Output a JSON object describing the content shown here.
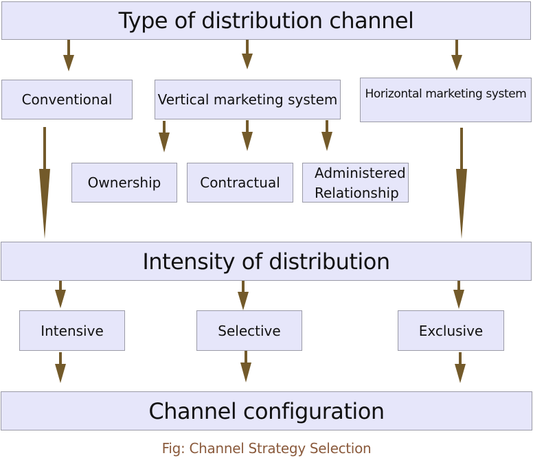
{
  "diagram": {
    "title_box": "Type of distribution channel",
    "channel_types": [
      {
        "label": "Conventional"
      },
      {
        "label": "Vertical marketing system"
      },
      {
        "label": "Horizontal marketing system"
      }
    ],
    "vertical_subtypes": [
      {
        "label": "Ownership"
      },
      {
        "label": "Contractual"
      },
      {
        "label": "Administered Relationship",
        "lines": [
          "Administered",
          "Relationship"
        ]
      }
    ],
    "intensity_box": "Intensity of distribution",
    "intensity_levels": [
      {
        "label": "Intensive"
      },
      {
        "label": "Selective"
      },
      {
        "label": "Exclusive"
      }
    ],
    "result_box": "Channel configuration",
    "caption": "Fig: Channel Strategy Selection",
    "colors": {
      "box_fill": "#e6e6fa",
      "box_border": "#9a9aa6",
      "arrow": "#735a2a",
      "caption": "#8a5a3c"
    }
  }
}
